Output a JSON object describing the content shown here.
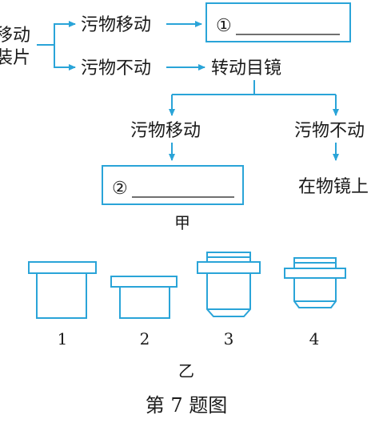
{
  "flow": {
    "start_label_line1": "移动",
    "start_label_line2": "装片",
    "branch_top": "污物移动",
    "branch_bottom": "污物不动",
    "step_eyepiece": "转动目镜",
    "sub_left": "污物移动",
    "sub_right": "污物不动",
    "conclusion_right": "在物镜上",
    "blank1_marker": "①",
    "blank2_marker": "②",
    "caption": "甲"
  },
  "lenses": {
    "labels": [
      "1",
      "2",
      "3",
      "4"
    ],
    "caption": "乙"
  },
  "figure_caption": "第 7 题图",
  "colors": {
    "line": "#2aa4d8",
    "text": "#1a1a1a"
  }
}
